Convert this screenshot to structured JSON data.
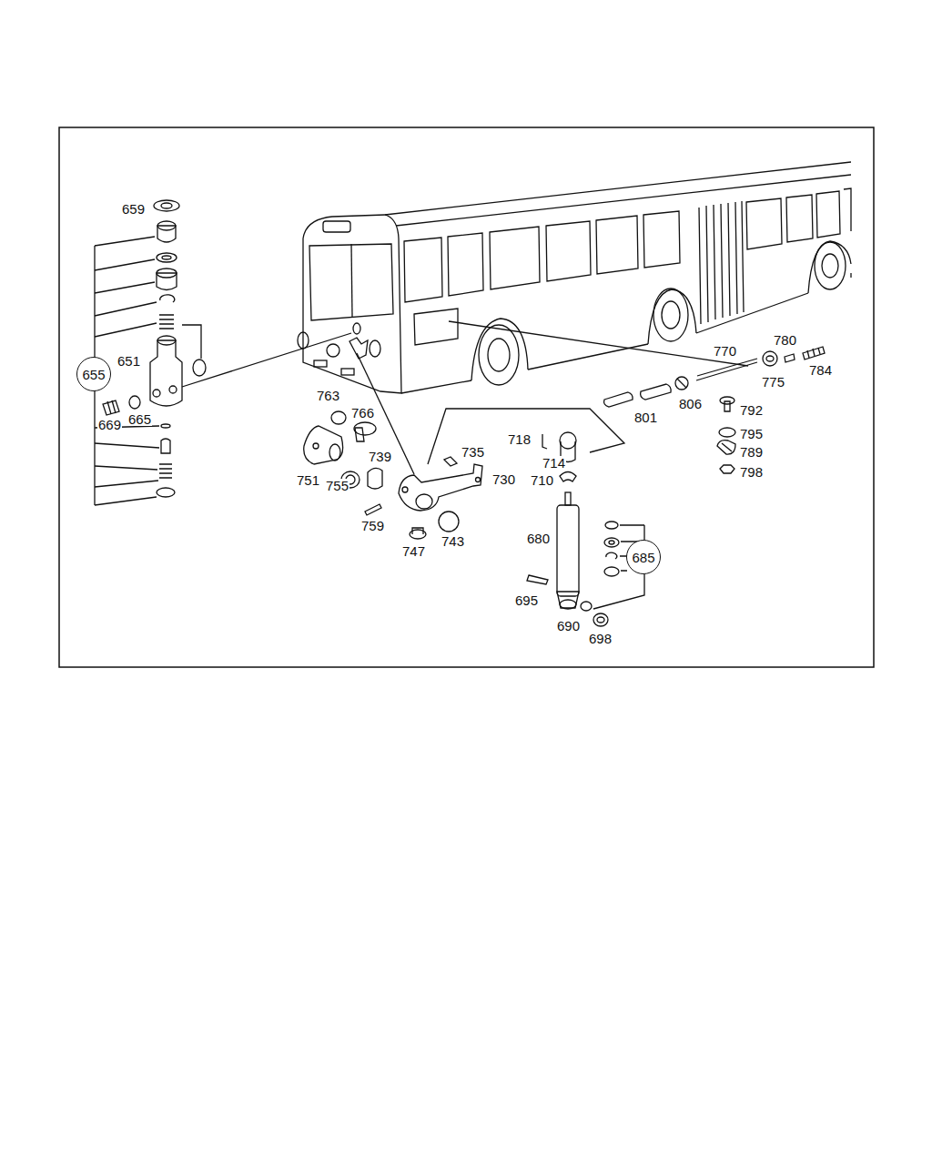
{
  "diagram": {
    "nodes": [
      {
        "text": [
          "655"
        ]
      },
      {
        "text": [
          "685"
        ]
      }
    ],
    "labels": [
      "659",
      "651",
      "669",
      "665",
      "763",
      "766",
      "751",
      "755",
      "739",
      "759",
      "747",
      "743",
      "735",
      "730",
      "718",
      "714",
      "710",
      "680",
      "695",
      "690",
      "698",
      "770",
      "780",
      "775",
      "784",
      "801",
      "806",
      "792",
      "795",
      "789",
      "798"
    ]
  }
}
